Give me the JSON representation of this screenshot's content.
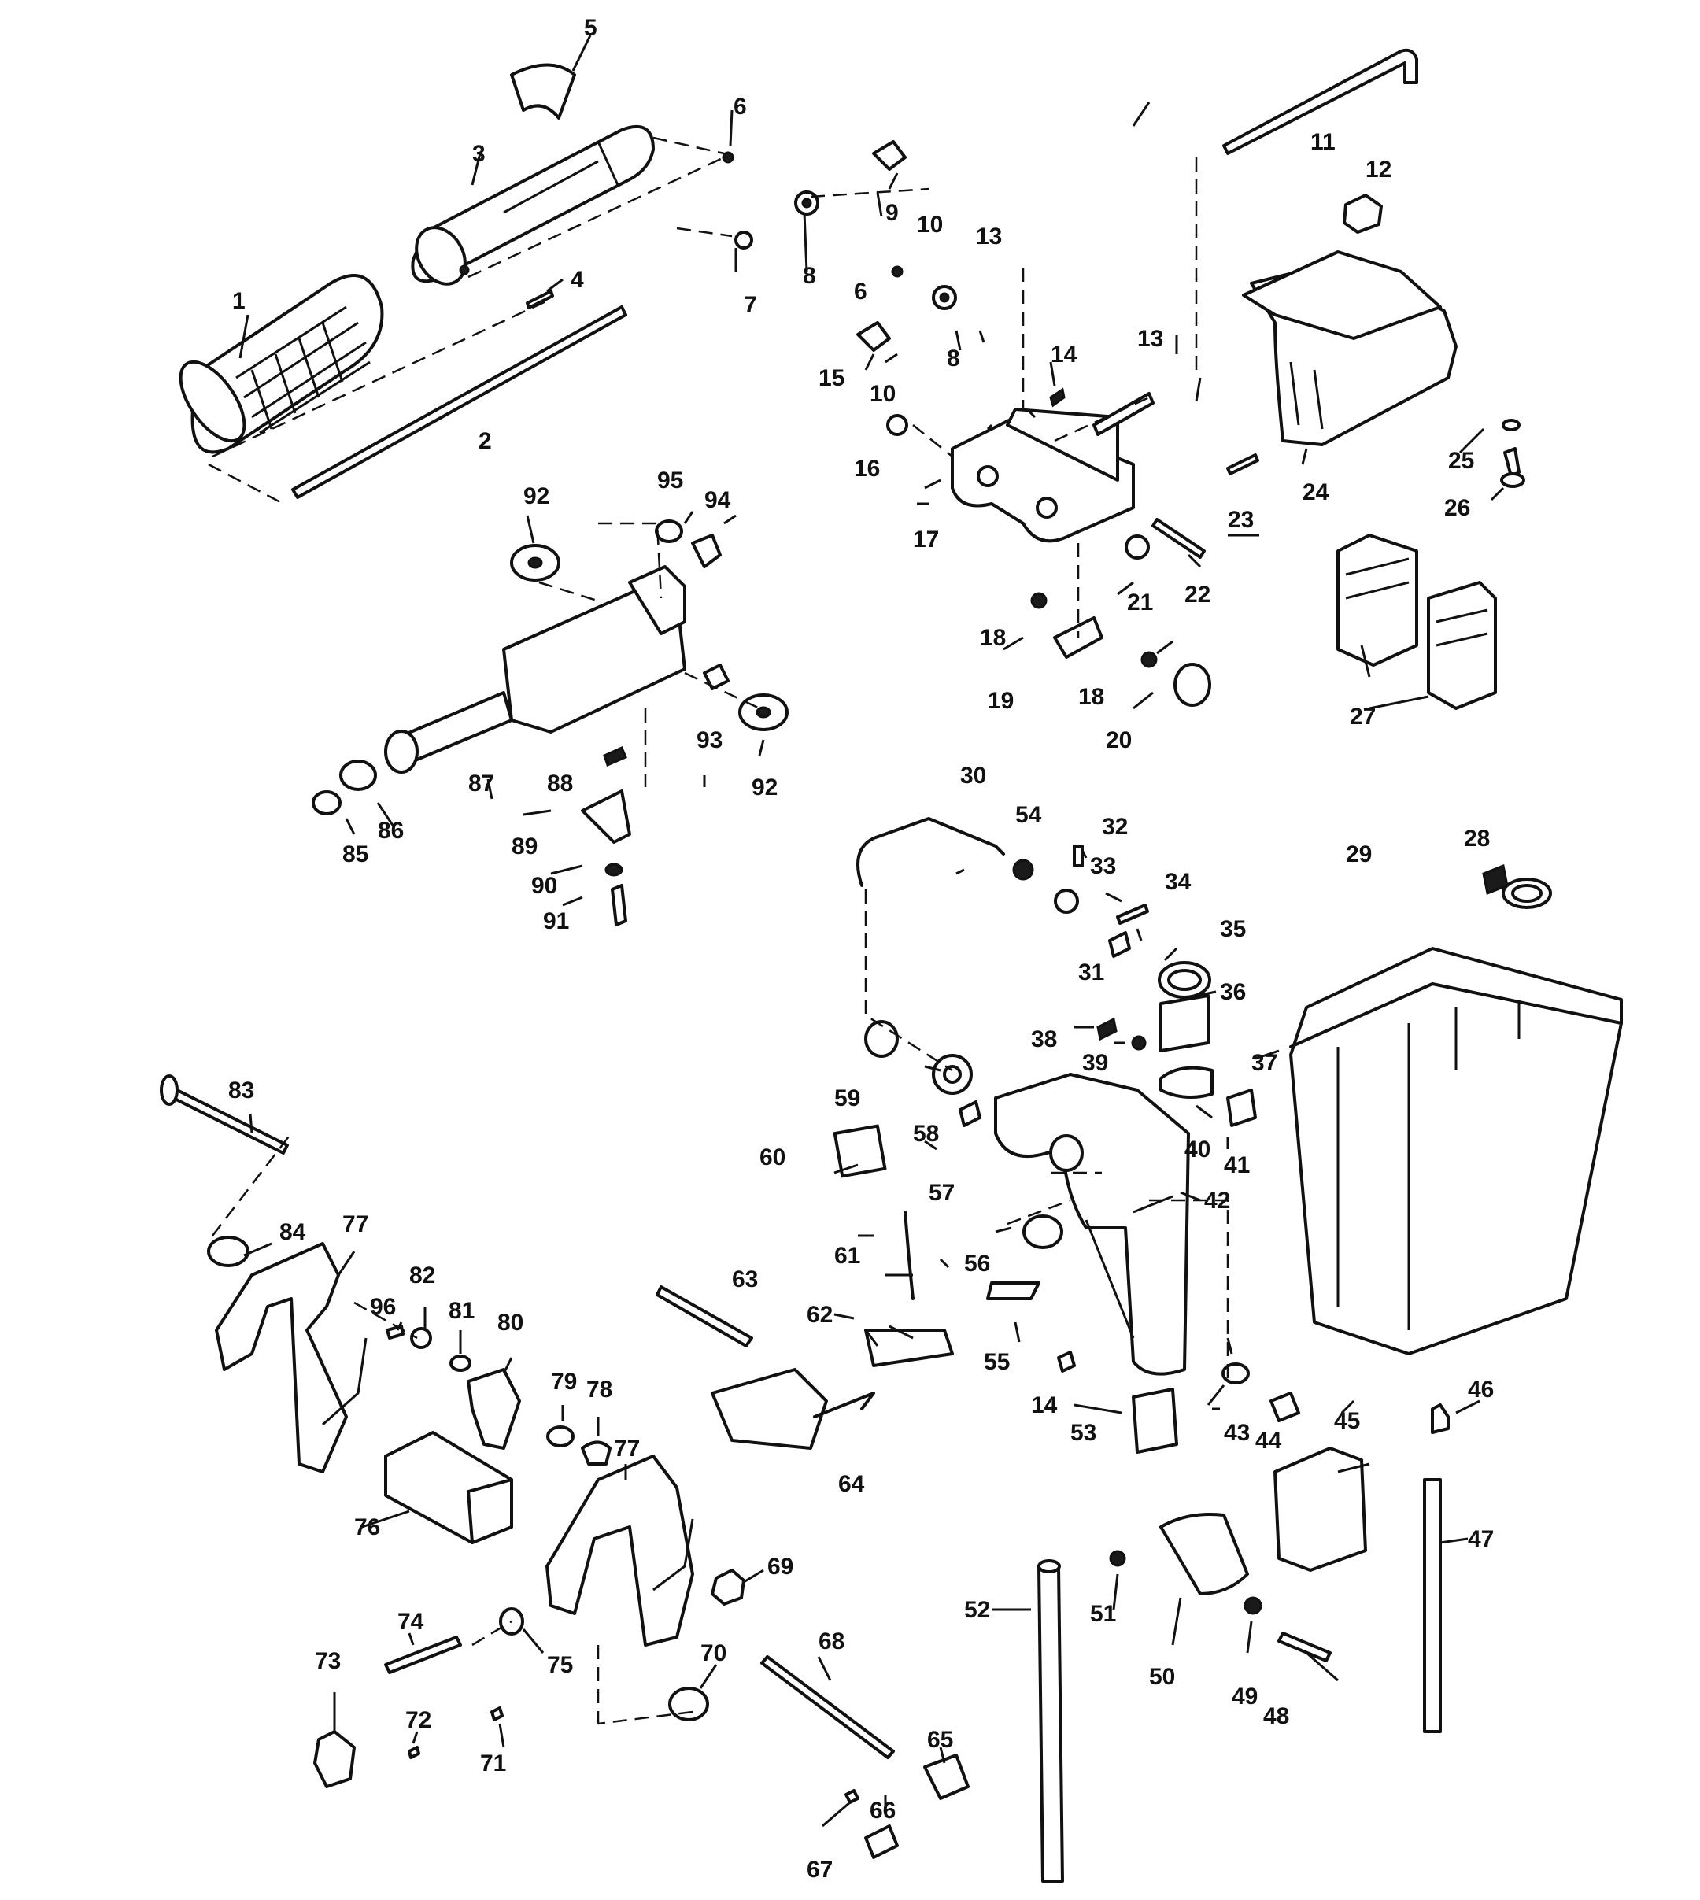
{
  "diagram": {
    "callouts": [
      {
        "id": "1",
        "text": "1"
      },
      {
        "id": "2",
        "text": "2"
      },
      {
        "id": "3",
        "text": "3"
      },
      {
        "id": "4",
        "text": "4"
      },
      {
        "id": "5",
        "text": "5"
      },
      {
        "id": "6a",
        "text": "6"
      },
      {
        "id": "6b",
        "text": "6"
      },
      {
        "id": "7",
        "text": "7"
      },
      {
        "id": "8a",
        "text": "8"
      },
      {
        "id": "8b",
        "text": "8"
      },
      {
        "id": "9",
        "text": "9"
      },
      {
        "id": "10a",
        "text": "10"
      },
      {
        "id": "10b",
        "text": "10"
      },
      {
        "id": "11",
        "text": "11"
      },
      {
        "id": "12",
        "text": "12"
      },
      {
        "id": "13a",
        "text": "13"
      },
      {
        "id": "13b",
        "text": "13"
      },
      {
        "id": "14a",
        "text": "14"
      },
      {
        "id": "14b",
        "text": "14"
      },
      {
        "id": "15",
        "text": "15"
      },
      {
        "id": "16",
        "text": "16"
      },
      {
        "id": "17",
        "text": "17"
      },
      {
        "id": "18a",
        "text": "18"
      },
      {
        "id": "18b",
        "text": "18"
      },
      {
        "id": "19",
        "text": "19"
      },
      {
        "id": "20",
        "text": "20"
      },
      {
        "id": "21",
        "text": "21"
      },
      {
        "id": "22",
        "text": "22"
      },
      {
        "id": "23",
        "text": "23"
      },
      {
        "id": "24",
        "text": "24"
      },
      {
        "id": "25",
        "text": "25"
      },
      {
        "id": "26",
        "text": "26"
      },
      {
        "id": "27",
        "text": "27"
      },
      {
        "id": "28",
        "text": "28"
      },
      {
        "id": "29",
        "text": "29"
      },
      {
        "id": "30",
        "text": "30"
      },
      {
        "id": "31",
        "text": "31"
      },
      {
        "id": "32",
        "text": "32"
      },
      {
        "id": "33",
        "text": "33"
      },
      {
        "id": "34",
        "text": "34"
      },
      {
        "id": "35",
        "text": "35"
      },
      {
        "id": "36",
        "text": "36"
      },
      {
        "id": "37",
        "text": "37"
      },
      {
        "id": "38",
        "text": "38"
      },
      {
        "id": "39",
        "text": "39"
      },
      {
        "id": "40",
        "text": "40"
      },
      {
        "id": "41",
        "text": "41"
      },
      {
        "id": "42",
        "text": "42"
      },
      {
        "id": "43",
        "text": "43"
      },
      {
        "id": "44",
        "text": "44"
      },
      {
        "id": "45",
        "text": "45"
      },
      {
        "id": "46",
        "text": "46"
      },
      {
        "id": "47",
        "text": "47"
      },
      {
        "id": "48",
        "text": "48"
      },
      {
        "id": "49",
        "text": "49"
      },
      {
        "id": "50",
        "text": "50"
      },
      {
        "id": "51",
        "text": "51"
      },
      {
        "id": "52",
        "text": "52"
      },
      {
        "id": "53",
        "text": "53"
      },
      {
        "id": "54",
        "text": "54"
      },
      {
        "id": "55",
        "text": "55"
      },
      {
        "id": "56",
        "text": "56"
      },
      {
        "id": "57",
        "text": "57"
      },
      {
        "id": "58",
        "text": "58"
      },
      {
        "id": "59",
        "text": "59"
      },
      {
        "id": "60",
        "text": "60"
      },
      {
        "id": "61",
        "text": "61"
      },
      {
        "id": "62",
        "text": "62"
      },
      {
        "id": "63",
        "text": "63"
      },
      {
        "id": "64",
        "text": "64"
      },
      {
        "id": "65",
        "text": "65"
      },
      {
        "id": "66",
        "text": "66"
      },
      {
        "id": "67",
        "text": "67"
      },
      {
        "id": "68",
        "text": "68"
      },
      {
        "id": "69",
        "text": "69"
      },
      {
        "id": "70",
        "text": "70"
      },
      {
        "id": "71",
        "text": "71"
      },
      {
        "id": "72",
        "text": "72"
      },
      {
        "id": "73",
        "text": "73"
      },
      {
        "id": "74",
        "text": "74"
      },
      {
        "id": "75",
        "text": "75"
      },
      {
        "id": "76",
        "text": "76"
      },
      {
        "id": "77a",
        "text": "77"
      },
      {
        "id": "77b",
        "text": "77"
      },
      {
        "id": "78",
        "text": "78"
      },
      {
        "id": "79",
        "text": "79"
      },
      {
        "id": "80",
        "text": "80"
      },
      {
        "id": "81",
        "text": "81"
      },
      {
        "id": "82",
        "text": "82"
      },
      {
        "id": "83",
        "text": "83"
      },
      {
        "id": "84",
        "text": "84"
      },
      {
        "id": "85",
        "text": "85"
      },
      {
        "id": "86",
        "text": "86"
      },
      {
        "id": "87",
        "text": "87"
      },
      {
        "id": "88",
        "text": "88"
      },
      {
        "id": "89",
        "text": "89"
      },
      {
        "id": "90",
        "text": "90"
      },
      {
        "id": "91",
        "text": "91"
      },
      {
        "id": "92a",
        "text": "92"
      },
      {
        "id": "92b",
        "text": "92"
      },
      {
        "id": "93",
        "text": "93"
      },
      {
        "id": "94",
        "text": "94"
      },
      {
        "id": "95",
        "text": "95"
      },
      {
        "id": "96",
        "text": "96"
      }
    ]
  }
}
